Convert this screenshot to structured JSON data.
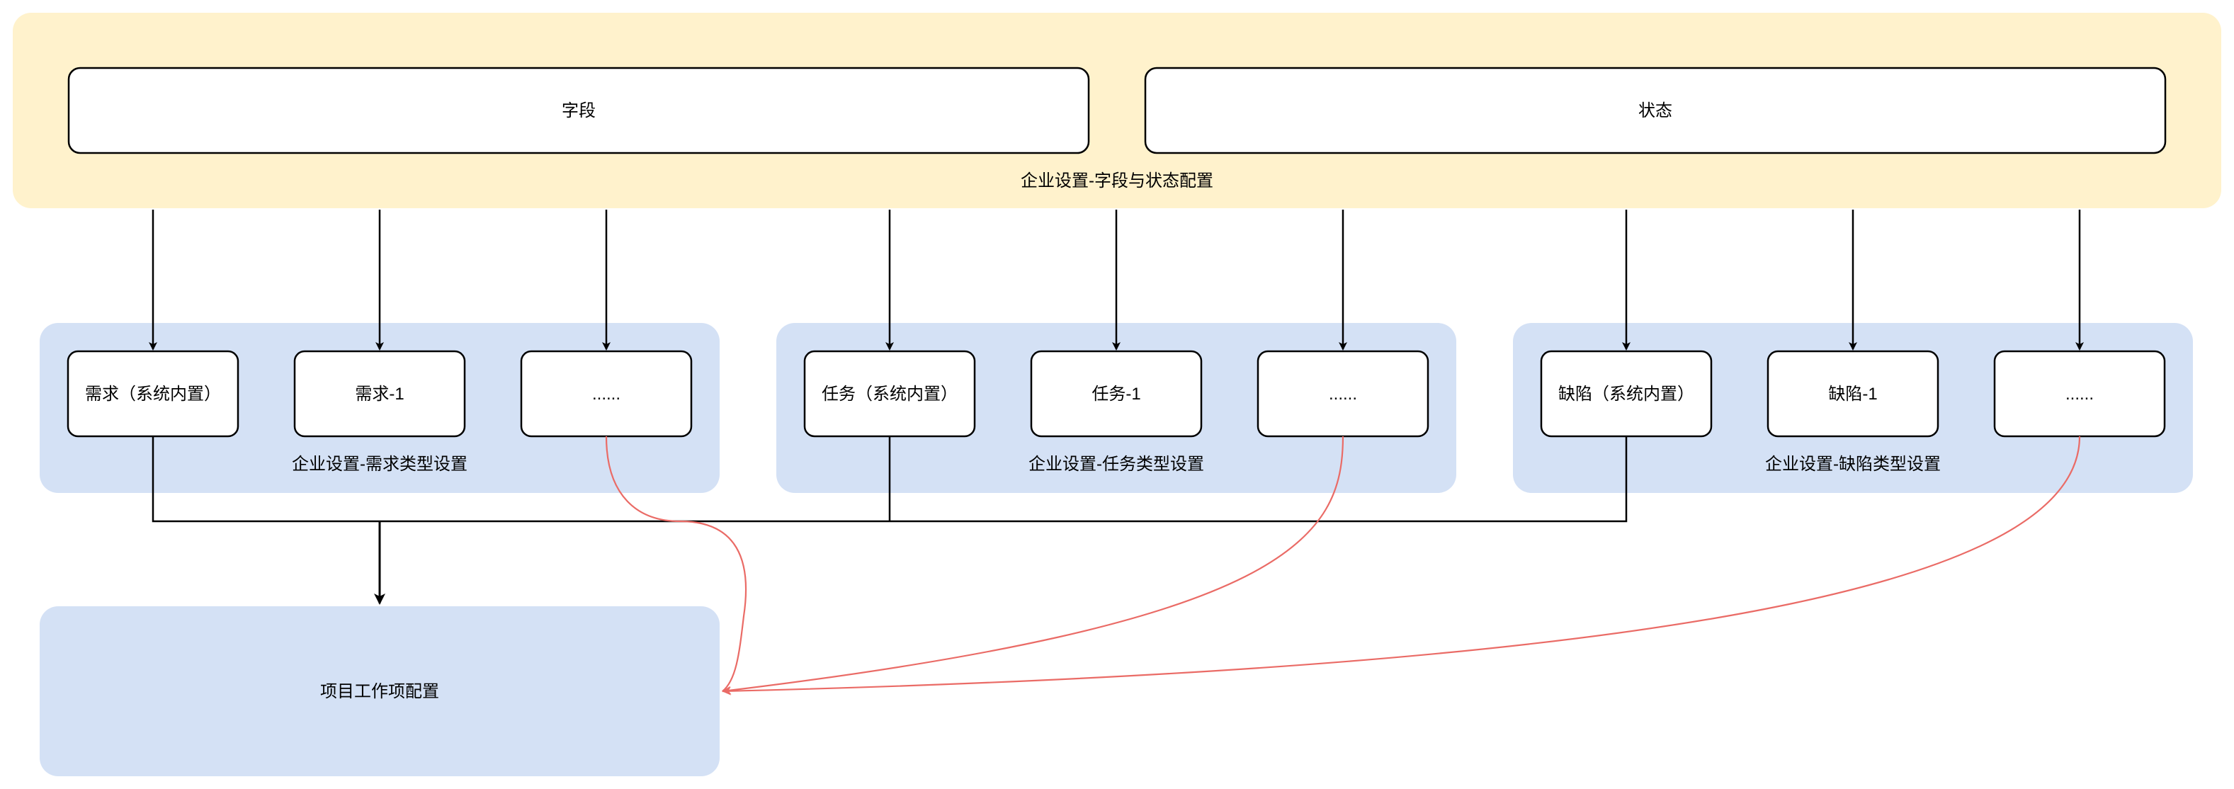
{
  "top_group": {
    "title": "企业设置-字段与状态配置",
    "fields_box": "字段",
    "status_box": "状态"
  },
  "type_groups": [
    {
      "title": "企业设置-需求类型设置",
      "items": [
        "需求（系统内置）",
        "需求-1",
        "......"
      ]
    },
    {
      "title": "企业设置-任务类型设置",
      "items": [
        "任务（系统内置）",
        "任务-1",
        "......"
      ]
    },
    {
      "title": "企业设置-缺陷类型设置",
      "items": [
        "缺陷（系统内置）",
        "缺陷-1",
        "......"
      ]
    }
  ],
  "project_box": "项目工作项配置",
  "colors": {
    "top_group_fill": "#FFF2CC",
    "type_group_fill": "#D4E1F5",
    "project_fill": "#D4E1F5",
    "node_fill": "#FFFFFF",
    "node_stroke": "#000000",
    "arrow": "#000000",
    "custom_link": "#EA6B66"
  }
}
